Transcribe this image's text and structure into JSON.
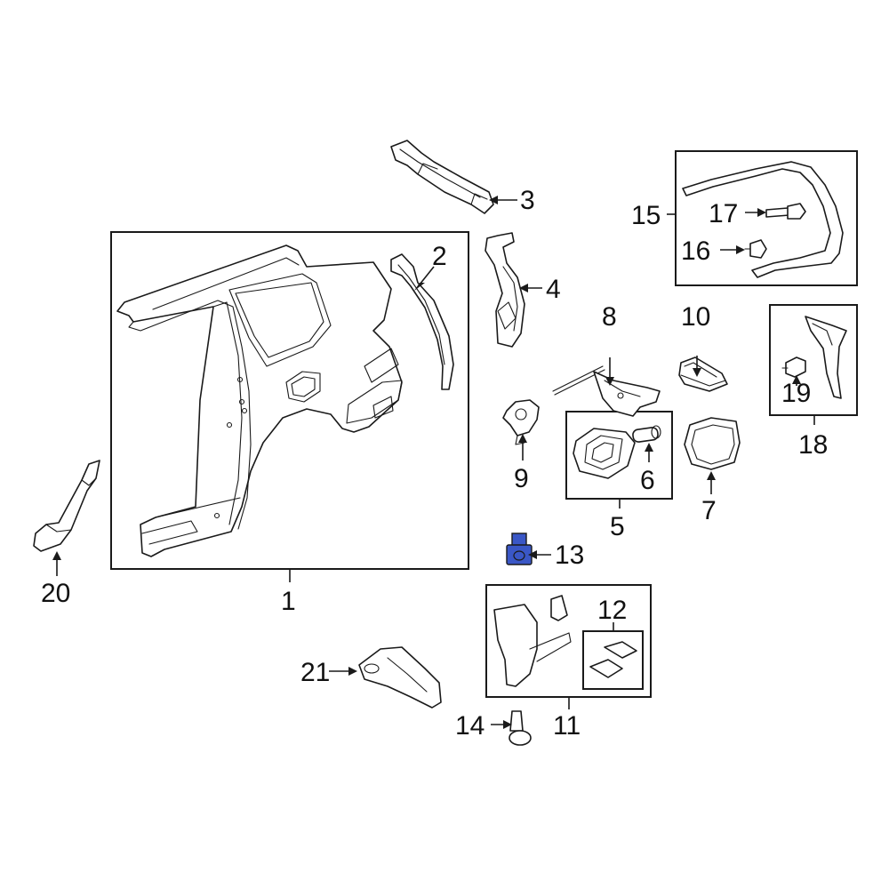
{
  "diagram": {
    "highlight_color": "#3a57c6",
    "outline_color": "#1a1a1a",
    "highlighted_part": "13",
    "callouts": {
      "c1": "1",
      "c2": "2",
      "c3": "3",
      "c4": "4",
      "c5": "5",
      "c6": "6",
      "c7": "7",
      "c8": "8",
      "c9": "9",
      "c10": "10",
      "c11": "11",
      "c12": "12",
      "c13": "13",
      "c14": "14",
      "c15": "15",
      "c16": "16",
      "c17": "17",
      "c18": "18",
      "c19": "19",
      "c20": "20",
      "c21": "21"
    }
  }
}
